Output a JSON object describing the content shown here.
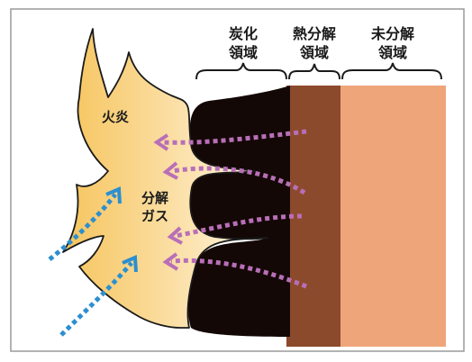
{
  "labels": {
    "flame": "火炎",
    "gas_line1": "分解",
    "gas_line2": "ガス",
    "char_line1": "炭化",
    "char_line2": "領域",
    "pyro_line1": "熱分解",
    "pyro_line2": "領域",
    "unpyro_line1": "未分解",
    "unpyro_line2": "領域"
  },
  "colors": {
    "border": "#9a9a9a",
    "outline": "#1a1a1a",
    "char": "#140806",
    "pyrolysis": "#8c4a2c",
    "unpyrolyzed": "#efa57a",
    "flame_inner": "#f6c45c",
    "flame_outer": "#fff6e3",
    "purple_arrow": "#b86fb8",
    "blue_arrow": "#2c8fcf"
  }
}
